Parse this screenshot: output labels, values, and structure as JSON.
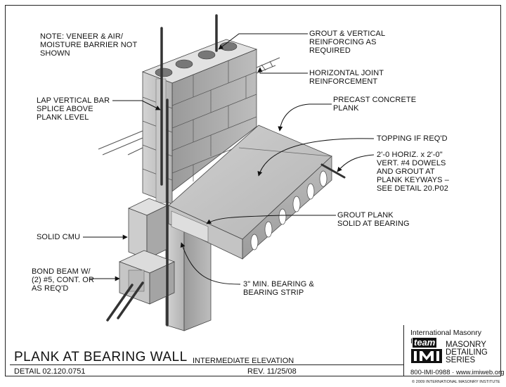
{
  "title": "PLANK AT BEARING WALL",
  "subtitle": "INTERMEDIATE ELEVATION",
  "detail_number": "DETAIL 02.120.0751",
  "revision": "REV. 11/25/08",
  "brand": {
    "organization": "International Masonry Institute",
    "logo_text": "team",
    "series": "MASONRY\nDETAILING\nSERIES",
    "contact": "800-IMI-0988 · www.imiweb.org",
    "copyright": "© 2009 INTERNATIONAL MASONRY INSTITUTE"
  },
  "labels": {
    "note": "NOTE: VENEER & AIR/\nMOISTURE BARRIER NOT\nSHOWN",
    "lap_bar": "LAP VERTICAL BAR\nSPLICE ABOVE\nPLANK LEVEL",
    "solid_cmu": "SOLID CMU",
    "bond_beam": "BOND BEAM W/\n(2) #5, CONT. OR\nAS REQ'D",
    "grout_vertical": "GROUT & VERTICAL\nREINFORCING AS\nREQUIRED",
    "horizontal_joint": "HORIZONTAL JOINT\nREINFORCEMENT",
    "precast_plank": "PRECAST CONCRETE\nPLANK",
    "topping": "TOPPING IF REQ'D",
    "dowels": "2'-0 HORIZ. x 2'-0\"\nVERT. #4 DOWELS\nAND GROUT AT\nPLANK KEYWAYS –\nSEE DETAIL 20.P02",
    "grout_plank": "GROUT PLANK\nSOLID AT BEARING",
    "bearing": "3\" MIN. BEARING &\nBEARING STRIP"
  }
}
